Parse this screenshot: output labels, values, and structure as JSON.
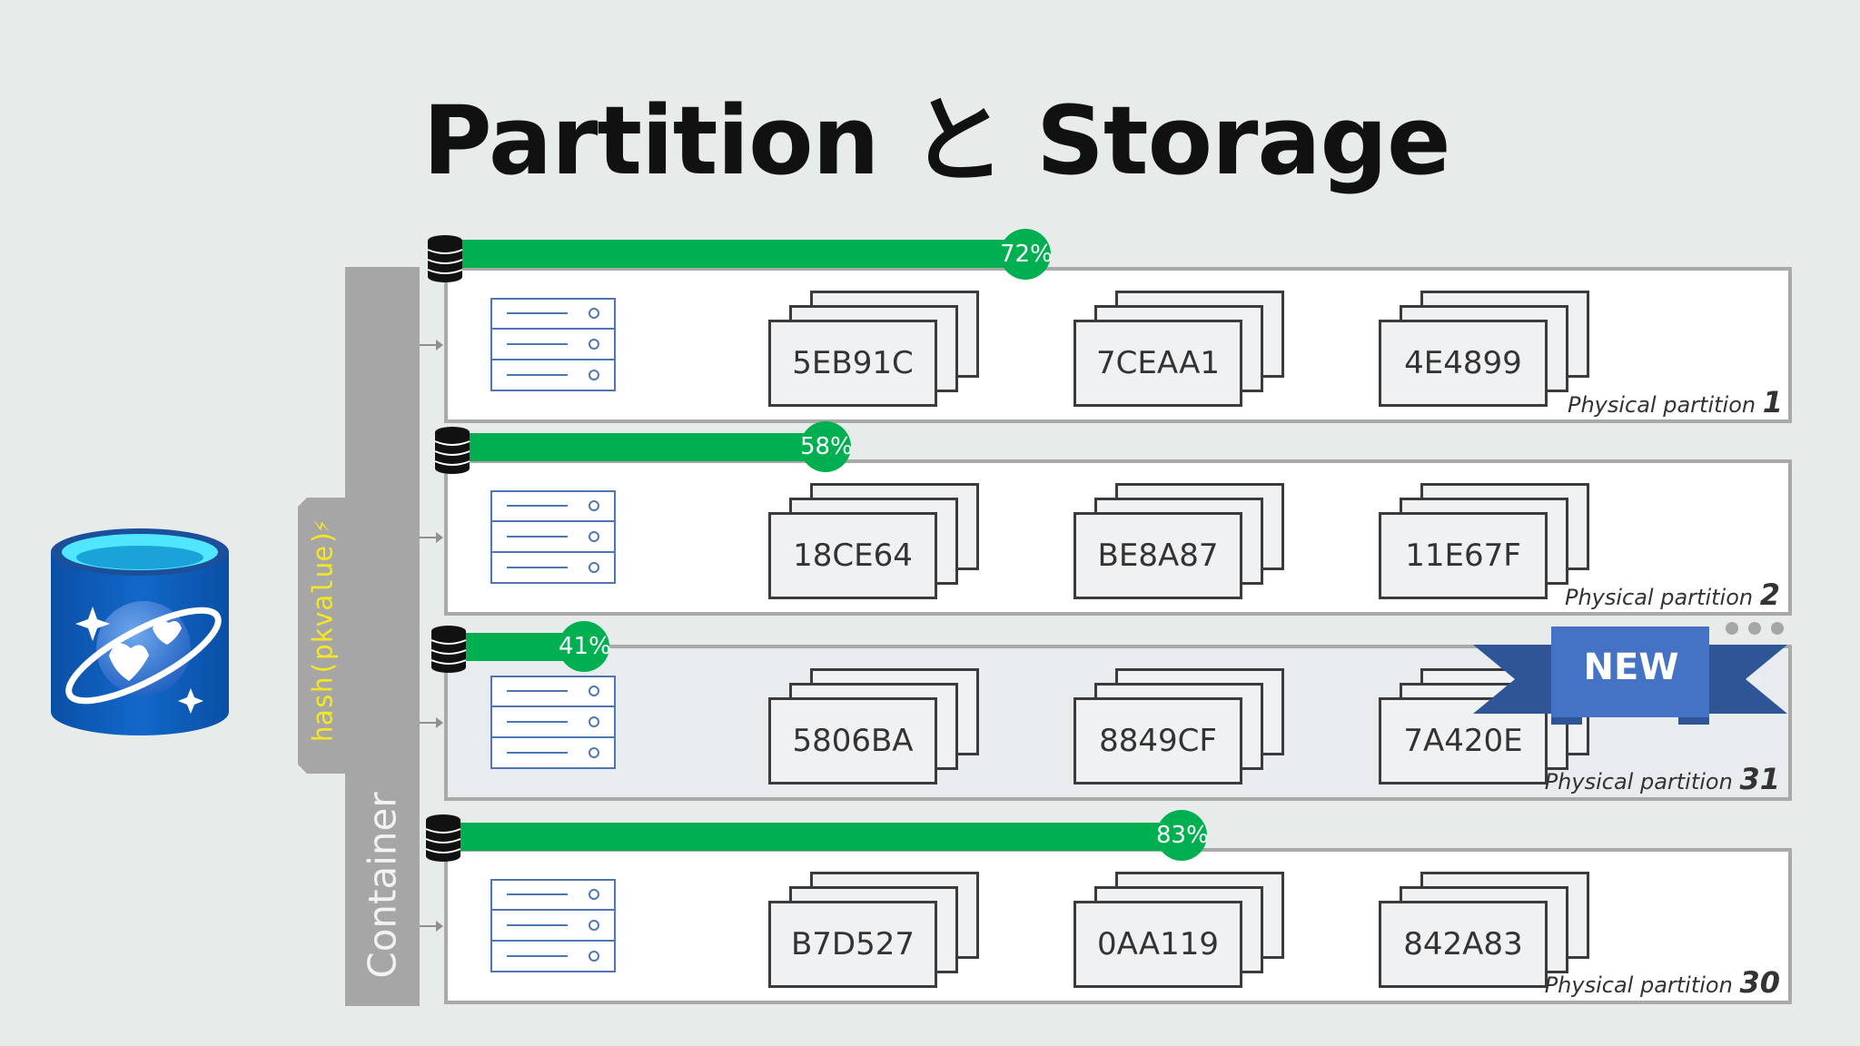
{
  "title": "Partition と Storage",
  "hash_label": "hash(pkvalue)",
  "hash_symbol": "⚡",
  "container_label": "Container",
  "new_badge": "NEW",
  "partitions": [
    {
      "percent_label": "72%",
      "fill": 0.72,
      "ids": [
        "5EB91C",
        "7CEAA1",
        "4E4899"
      ],
      "label": "Physical partition",
      "number": "1"
    },
    {
      "percent_label": "58%",
      "fill": 0.58,
      "ids": [
        "18CE64",
        "BE8A87",
        "11E67F"
      ],
      "label": "Physical partition",
      "number": "2"
    },
    {
      "percent_label": "41%",
      "fill": 0.41,
      "ids": [
        "5806BA",
        "8849CF",
        "7A420E"
      ],
      "label": "Physical partition",
      "number": "31"
    },
    {
      "percent_label": "83%",
      "fill": 0.83,
      "ids": [
        "B7D527",
        "0AA119",
        "842A83"
      ],
      "label": "Physical partition",
      "number": "30"
    }
  ],
  "colors": {
    "background": "#e7ebea",
    "usage_bar": "#00b050",
    "container": "#a6a6a6",
    "hash_text": "#f5e623",
    "ribbon": "#4472c4",
    "cosmos_blue": "#0a5cb8",
    "cosmos_cyan": "#50e6ff"
  }
}
